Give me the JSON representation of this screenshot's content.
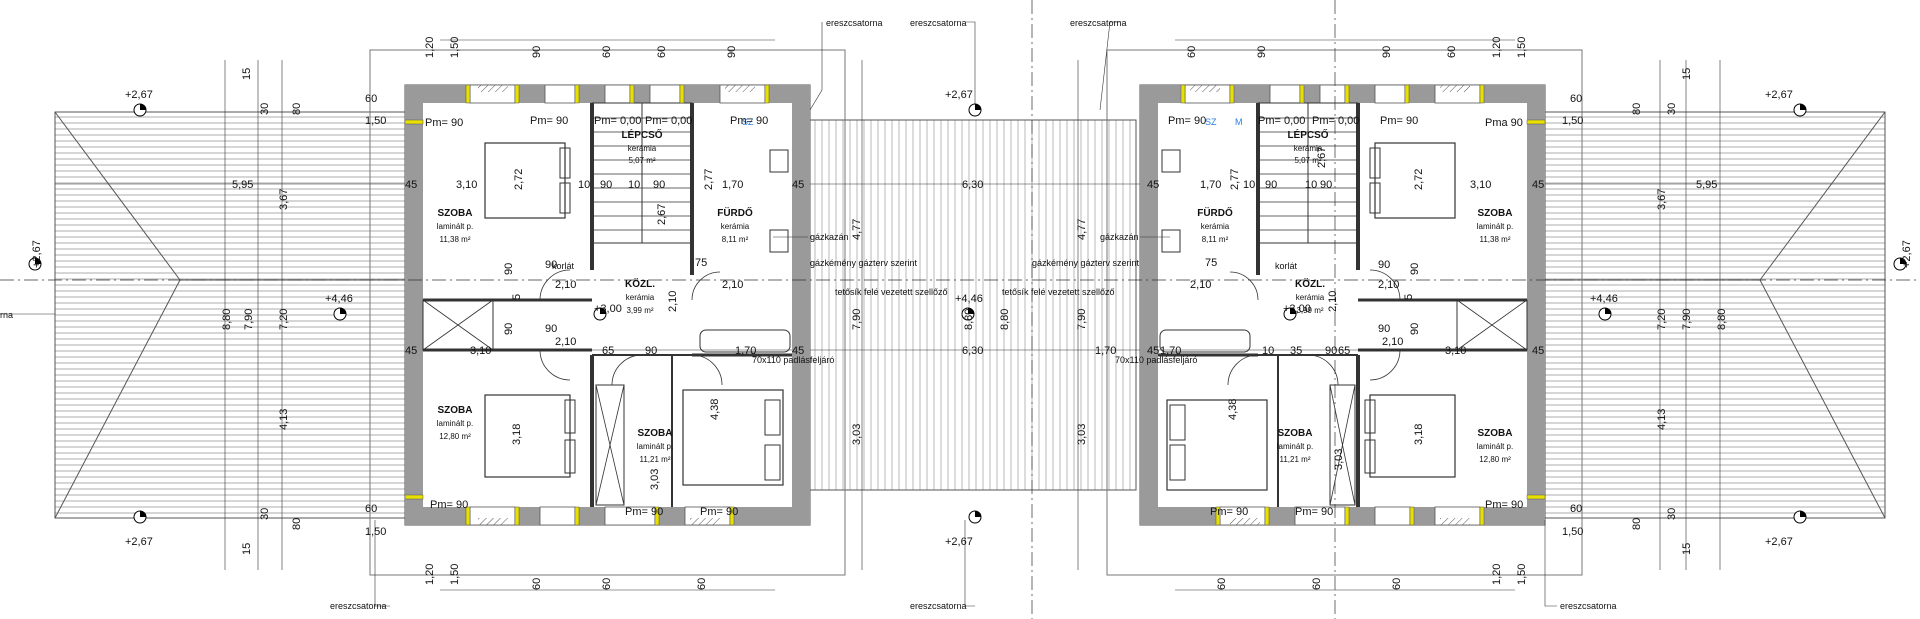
{
  "rooms": [
    {
      "id": "szoba-nw",
      "name": "SZOBA",
      "floor": "laminált p.",
      "area": "11,38 m²"
    },
    {
      "id": "lepcso-l",
      "name": "LÉPCSŐ",
      "floor": "kerámia",
      "area": "5,07 m²"
    },
    {
      "id": "furdo-l",
      "name": "FÜRDŐ",
      "floor": "kerámia",
      "area": "8,11 m²"
    },
    {
      "id": "kozl-l",
      "name": "KÖZL.",
      "floor": "kerámia",
      "area": "3,99 m²"
    },
    {
      "id": "szoba-sw",
      "name": "SZOBA",
      "floor": "laminált p.",
      "area": "12,80 m²"
    },
    {
      "id": "szoba-sc",
      "name": "SZOBA",
      "floor": "laminált p.",
      "area": "11,21 m²"
    },
    {
      "id": "lepcso-r",
      "name": "LÉPCSŐ",
      "floor": "kerámia",
      "area": "5,07 m²"
    },
    {
      "id": "furdo-r",
      "name": "FÜRDŐ",
      "floor": "kerámia",
      "area": "8,11 m²"
    },
    {
      "id": "kozl-r",
      "name": "KÖZL.",
      "floor": "kerámia",
      "area": "3,99 m²"
    },
    {
      "id": "szoba-ne",
      "name": "SZOBA",
      "floor": "laminált p.",
      "area": "11,38 m²"
    },
    {
      "id": "szoba-se-small",
      "name": "SZOBA",
      "floor": "laminált p.",
      "area": "11,21 m²"
    },
    {
      "id": "szoba-se",
      "name": "SZOBA",
      "floor": "laminált p.",
      "area": "12,80 m²"
    }
  ],
  "labels": {
    "gutter": "ereszcsatorna",
    "gutter_cut": "rna",
    "boiler": "gázkazán",
    "chimney": "gázkémény gázterv szerint",
    "vent": "tetősík felé vezetett szellőző",
    "hatch": "70x110 padlásfeljáró",
    "railing": "korlát",
    "sz": "SZ",
    "m": "M"
  },
  "levels": {
    "eave": "+2,67",
    "ridge": "+4,46",
    "floor": "+3,00"
  },
  "parapets": {
    "pm90": "Pm= 90",
    "pm0": "Pm= 0,00",
    "pma90": "Pma 90"
  },
  "dims": {
    "d595": "5,95",
    "d630": "6,30",
    "d310": "3,10",
    "d272": "2,72",
    "d367": "3,67",
    "d277": "2,77",
    "d170": "1,70",
    "d477": "4,77",
    "d880": "8,80",
    "d790": "7,90",
    "d720": "7,20",
    "d413": "4,13",
    "d303": "3,03",
    "d318": "3,18",
    "d438": "4,38",
    "d267": "2,67",
    "d210": "2,10",
    "d120": "1,20",
    "d150": "1,50",
    "d60": "60",
    "d90": "90",
    "d45": "45",
    "d30": "30",
    "d15": "15",
    "d80": "80",
    "d10": "10",
    "d75": "75",
    "d65": "65",
    "d35": "35",
    "d5": "5"
  }
}
